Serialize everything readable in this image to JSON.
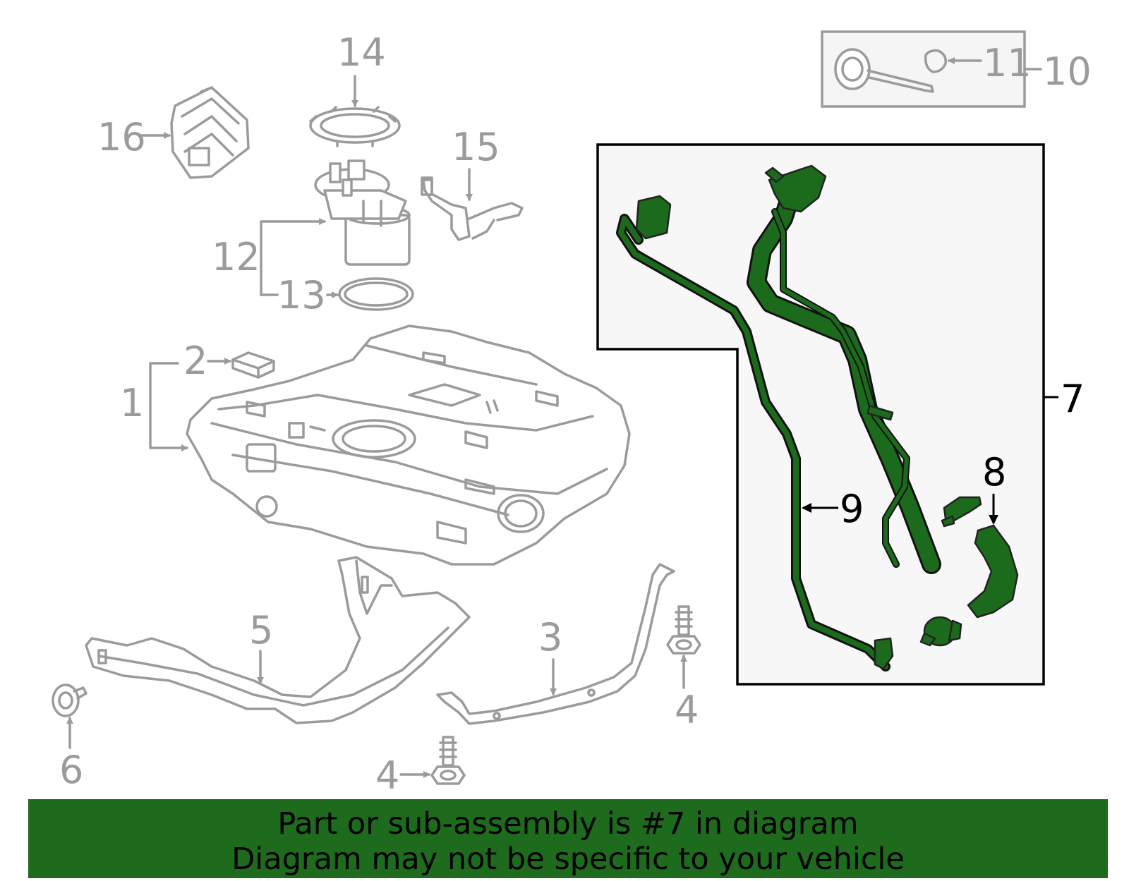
{
  "callouts": {
    "n1": "1",
    "n2": "2",
    "n3": "3",
    "n4a": "4",
    "n4b": "4",
    "n5": "5",
    "n6": "6",
    "n7": "7",
    "n8": "8",
    "n9": "9",
    "n10": "10",
    "n11": "11",
    "n12": "12",
    "n13": "13",
    "n14": "14",
    "n15": "15",
    "n16": "16"
  },
  "highlight": {
    "color": "#1e6b1e",
    "parts": [
      "7",
      "8",
      "9"
    ]
  },
  "banner": {
    "line1": "Part or sub-assembly is #7 in diagram",
    "line2": "Diagram may not be specific to your vehicle"
  }
}
